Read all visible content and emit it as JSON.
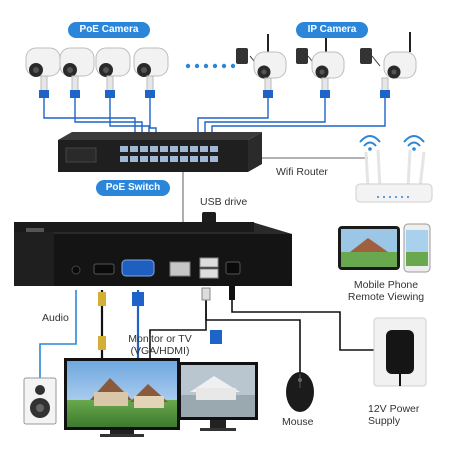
{
  "labels": {
    "poe_camera": "PoE Camera",
    "ip_camera": "IP Camera",
    "poe_switch": "PoE Switch",
    "wifi_router": "Wifi Router",
    "usb_drive": "USB drive",
    "audio": "Audio",
    "monitor_line1": "Monitor or TV",
    "monitor_line2": "(VGA/HDMI)",
    "mobile_line1": "Mobile Phone",
    "mobile_line2": "Remote Viewing",
    "mouse": "Mouse",
    "power_line1": "12V Power",
    "power_line2": "Supply"
  },
  "colors": {
    "accent": "#2b86d9",
    "cable_blue": "#1e64c8",
    "cable_gray": "#9a9a9a",
    "device_dark": "#1e1e1e"
  }
}
